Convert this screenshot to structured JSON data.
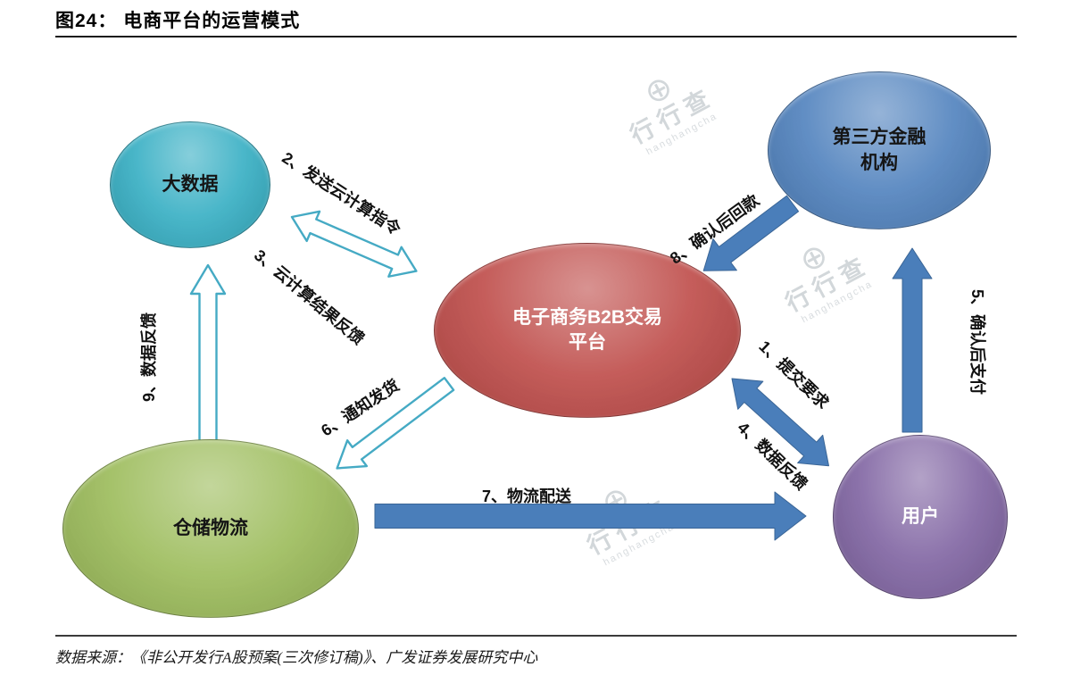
{
  "header": {
    "title": "图24： 电商平台的运营模式"
  },
  "footer": {
    "source": "数据来源：《非公开发行A股预案(三次修订稿)》、广发证券发展研究中心"
  },
  "diagram": {
    "nodes": {
      "big_data": {
        "label": "大数据",
        "color": "#35AEC3",
        "text_color": "#151515"
      },
      "finance": {
        "label": "第三方金融机构",
        "color": "#4F81BD",
        "text_color": "#151515"
      },
      "platform": {
        "label": "电子商务B2B交易平台",
        "color": "#BE4B48",
        "text_color": "#FFFFFF"
      },
      "warehouse": {
        "label": "仓储物流",
        "color": "#9BBB59",
        "text_color": "#151515"
      },
      "user": {
        "label": "用户",
        "color": "#8064A2",
        "text_color": "#FFFFFF"
      }
    },
    "edges": {
      "e1": {
        "label": "1、提交要求",
        "from": "platform",
        "to": "user",
        "arrow": "solid-double"
      },
      "e2": {
        "label": "2、发送云计算指令",
        "from": "platform",
        "to": "big_data",
        "arrow": "hollow-double"
      },
      "e3": {
        "label": "3、云计算结果反馈",
        "from": "big_data",
        "to": "platform",
        "arrow": "hollow-double"
      },
      "e4": {
        "label": "4、数据反馈",
        "from": "user",
        "to": "platform",
        "arrow": "solid-double"
      },
      "e5": {
        "label": "5、确认后支付",
        "from": "user",
        "to": "finance",
        "arrow": "solid"
      },
      "e6": {
        "label": "6、通知发货",
        "from": "platform",
        "to": "warehouse",
        "arrow": "hollow"
      },
      "e7": {
        "label": "7、物流配送",
        "from": "warehouse",
        "to": "user",
        "arrow": "solid"
      },
      "e8": {
        "label": "8、确认后回款",
        "from": "finance",
        "to": "platform",
        "arrow": "solid"
      },
      "e9": {
        "label": "9、数据反馈",
        "from": "warehouse",
        "to": "big_data",
        "arrow": "hollow"
      }
    },
    "colors": {
      "solid_arrow": "#4A7EBA",
      "hollow_arrow_outline": "#45AAC4",
      "watermark": "#D2D7DA"
    },
    "watermark": {
      "text": "行行查",
      "subtext": "hanghangcha"
    }
  }
}
